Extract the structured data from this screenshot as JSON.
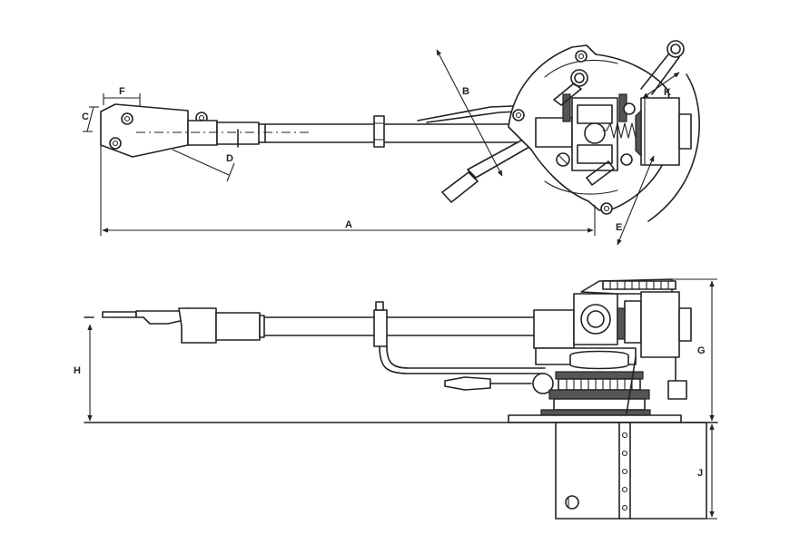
{
  "labels": {
    "A": "A",
    "B": "B",
    "C": "C",
    "D": "D",
    "E": "E",
    "F": "F",
    "G": "G",
    "H": "H",
    "J": "J",
    "K": "K"
  },
  "colors": {
    "line": "#222222",
    "background": "#ffffff",
    "shade": "#e6e6e6",
    "dark": "#555555"
  }
}
